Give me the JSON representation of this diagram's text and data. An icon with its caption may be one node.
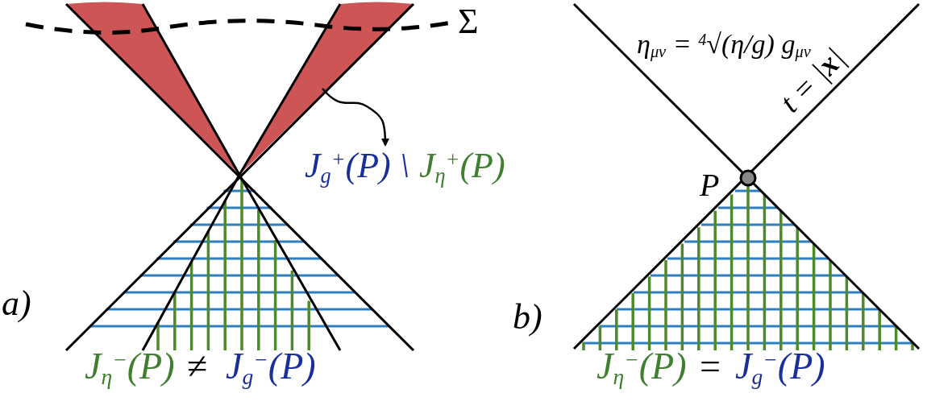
{
  "diagram": {
    "nodes": [
      {
        "text": [
          "J$_{g}$$^{+}$(P) \\",
          "J$_{η}$$^{+}$(P)"
        ]
      },
      {
        "text": [],
        "shape": "cone"
      },
      {
        "text": [],
        "shape": "cone"
      }
    ],
    "edges": [
      {
        "from": 2,
        "to": 0,
        "arrow": "to"
      }
    ],
    "labels": [
      "Σ",
      "a)",
      "J$_{η}$$^{−}$(P)",
      "≠",
      "J$_{g}$$^{−}$(P)",
      "η$_{μν}$ = $^{4}$√(η/g) g$_{μν}$",
      "t = |**x**|",
      "P",
      "b)",
      "J$_{η}$$^{−}$(P)",
      "=",
      "J$_{g}$$^{−}$(P)"
    ]
  }
}
